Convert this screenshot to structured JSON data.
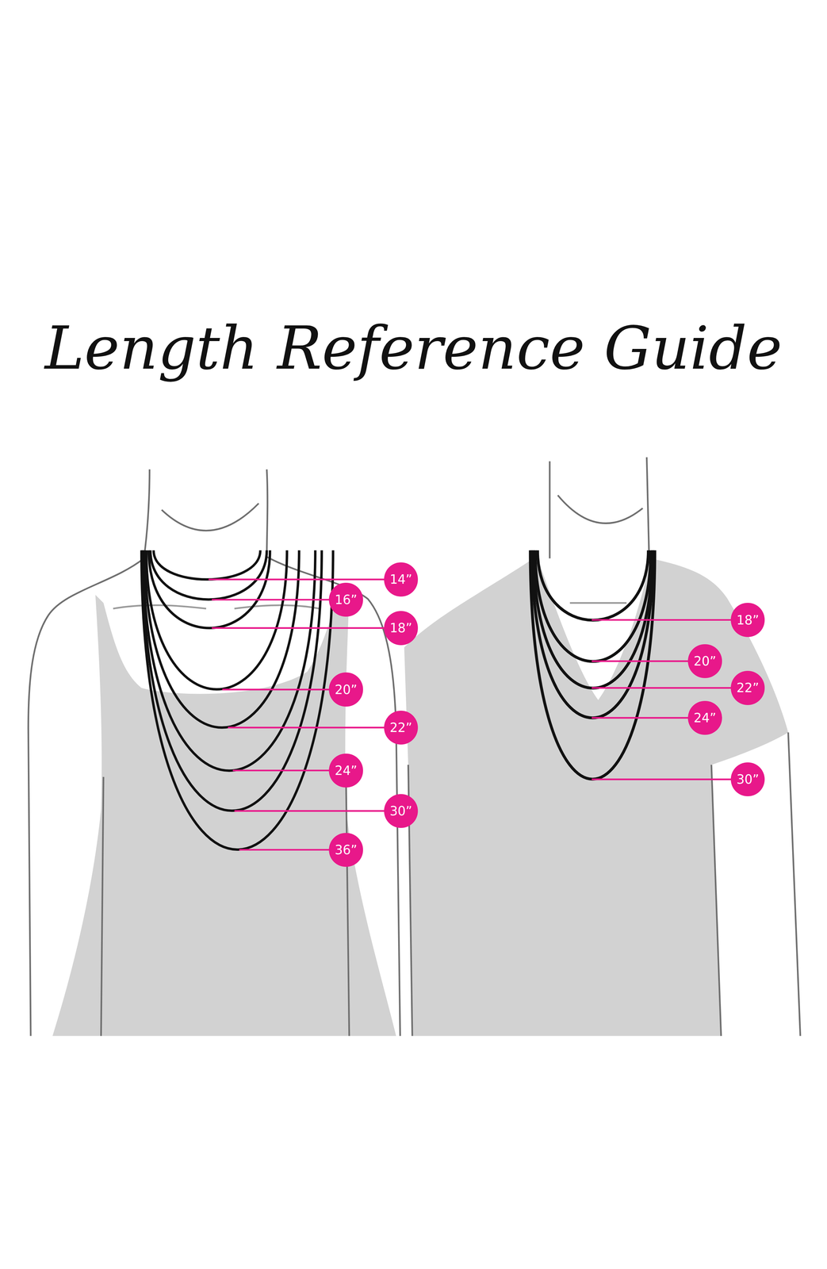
{
  "diagram": {
    "title": "Length Reference Guide",
    "nodes": [
      {
        "text": [
          "14”"
        ]
      },
      {
        "text": [
          "16”"
        ]
      },
      {
        "text": [
          "18”"
        ]
      },
      {
        "text": [
          "20”"
        ]
      },
      {
        "text": [
          "22”"
        ]
      },
      {
        "text": [
          "24”"
        ]
      },
      {
        "text": [
          "30”"
        ]
      },
      {
        "text": [
          "36”"
        ]
      },
      {
        "text": [
          "18”"
        ]
      },
      {
        "text": [
          "20”"
        ]
      },
      {
        "text": [
          "22”"
        ]
      },
      {
        "text": [
          "24”"
        ]
      },
      {
        "text": [
          "30”"
        ]
      }
    ]
  }
}
